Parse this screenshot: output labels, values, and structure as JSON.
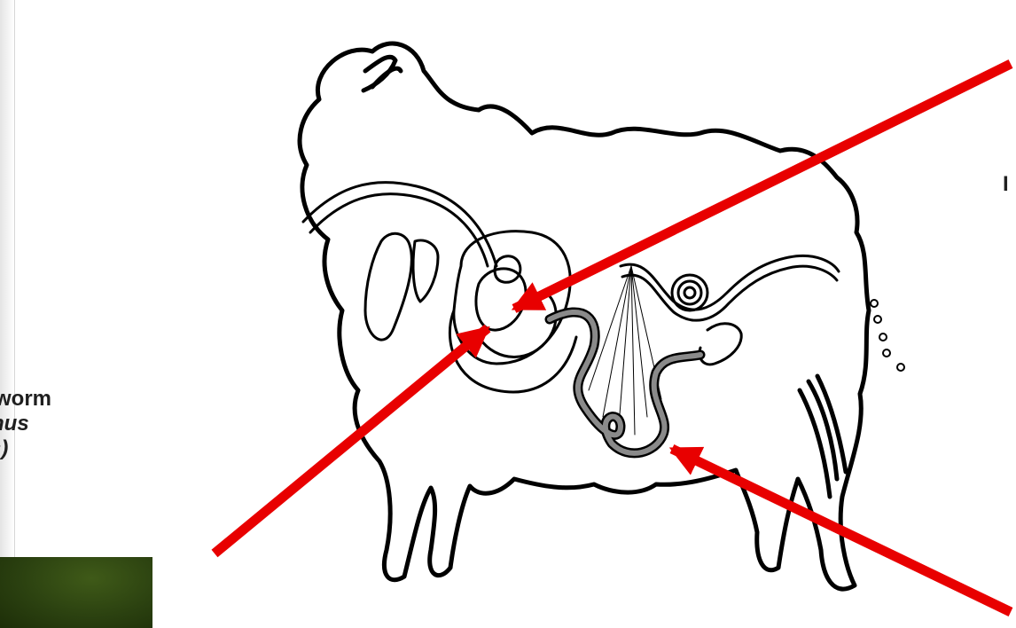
{
  "left_label": {
    "line1": "worm",
    "line2": "nus",
    "line3": "s)"
  },
  "right_label": "I",
  "colors": {
    "arrow": "#e80000",
    "outline": "#000000",
    "intestine_fill": "#888888"
  }
}
